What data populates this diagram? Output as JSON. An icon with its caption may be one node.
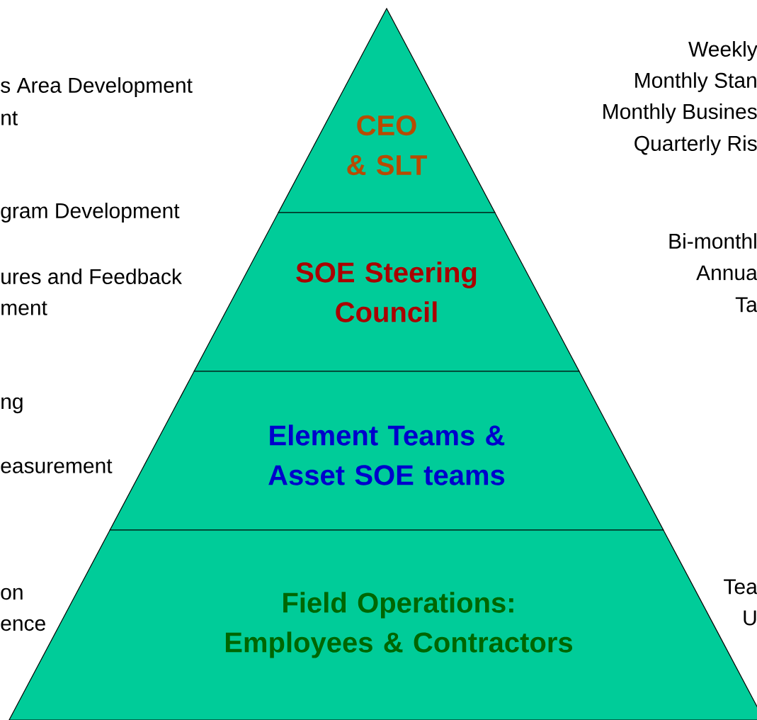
{
  "diagram": {
    "nodes": [
      {
        "text": [
          "CEO & SLT"
        ]
      },
      {
        "text": [
          "SOE Steering Council"
        ]
      },
      {
        "text": [
          "Element Teams & Asset SOE teams"
        ]
      },
      {
        "text": [
          "Field Operations: Employees & Contractors"
        ]
      }
    ],
    "labels": [
      "s Area Development",
      "nt",
      "gram Development",
      "ures and Feedback",
      "ment",
      "ng",
      "easurement",
      "on",
      "ence",
      "Weekly",
      "Monthly Stan",
      "Monthly Busines",
      "Quarterly Ris",
      "Bi-monthl",
      "Annua",
      "Ta",
      "Tea",
      "U"
    ]
  }
}
